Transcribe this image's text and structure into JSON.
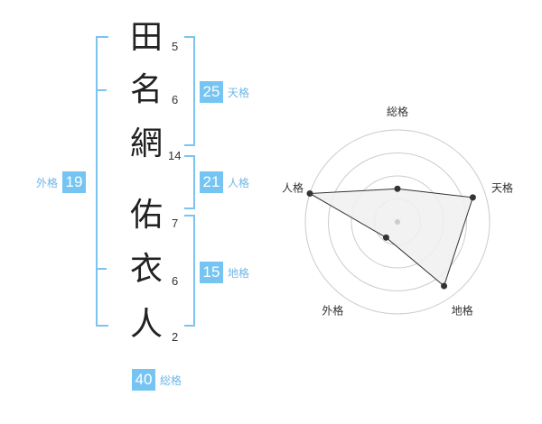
{
  "name_chars": [
    {
      "char": "田",
      "strokes": "5"
    },
    {
      "char": "名",
      "strokes": "6"
    },
    {
      "char": "網",
      "strokes": "14"
    },
    {
      "char": "佑",
      "strokes": "7"
    },
    {
      "char": "衣",
      "strokes": "6"
    },
    {
      "char": "人",
      "strokes": "2"
    }
  ],
  "fortune": {
    "tenkaku": {
      "value": "25",
      "label": "天格"
    },
    "jinkaku": {
      "value": "21",
      "label": "人格"
    },
    "chikaku": {
      "value": "15",
      "label": "地格"
    },
    "gaikaku": {
      "value": "19",
      "label": "外格"
    },
    "soukaku": {
      "value": "40",
      "label": "総格"
    }
  },
  "chart_data": {
    "type": "radar",
    "axes": [
      "総格",
      "天格",
      "地格",
      "外格",
      "人格"
    ],
    "values": [
      0.36,
      0.86,
      0.86,
      0.21,
      1.0
    ],
    "rings": 4,
    "colors": {
      "fill": "#f0f0f0",
      "line": "#333333",
      "ring": "#cccccc",
      "center": "#cccccc"
    }
  }
}
